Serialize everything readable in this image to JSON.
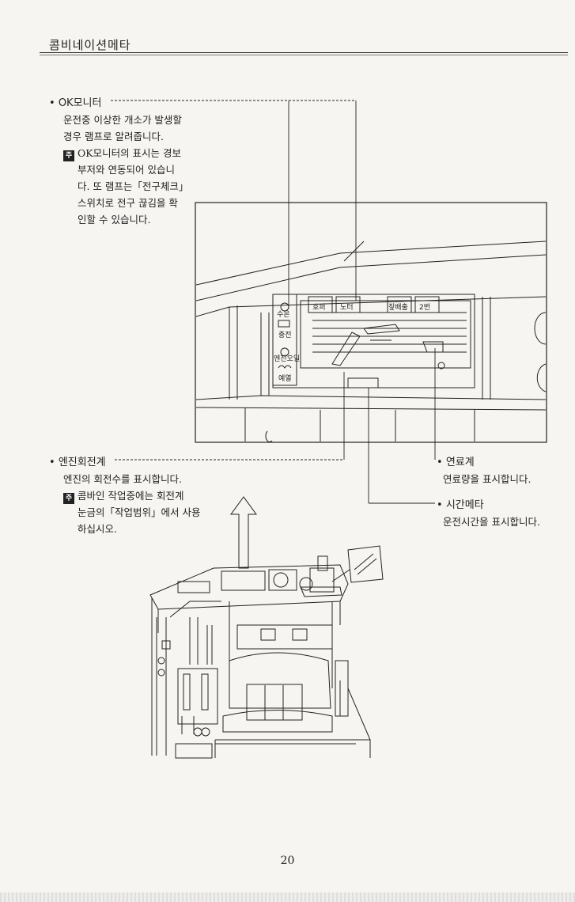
{
  "header": {
    "title": "콤비네이션메타"
  },
  "callouts": {
    "ok_monitor": {
      "title": "OK모니터",
      "lines": [
        "운전중 이상한 개소가 발생할",
        "경우 램프로 알려줍니다."
      ],
      "note_label": "주",
      "note_lines": [
        "OK모니터의 표시는 경보",
        "부저와 연동되어 있습니",
        "다. 또 램프는「전구체크」",
        "스위치로 전구 끊김을 확",
        "인할 수 있습니다."
      ]
    },
    "tachometer": {
      "title": "엔진회전계",
      "lines": [
        "엔진의 회전수를 표시합니다."
      ],
      "note_label": "주",
      "note_lines": [
        "콤바인 작업중에는 회전계",
        "눈금의「작업범위」에서 사용",
        "하십시오."
      ]
    },
    "fuel_gauge": {
      "title": "연료계",
      "lines": [
        "연료량을 표시합니다."
      ]
    },
    "hour_meter": {
      "title": "시간메타",
      "lines": [
        "운전시간을 표시합니다."
      ]
    }
  },
  "diagram": {
    "panel_labels": {
      "water_temp": "수온",
      "charge": "충전",
      "engine_oil": "엔진오일",
      "preheat": "예열",
      "panel_1": "호퍼",
      "panel_2": "노터",
      "panel_3": "짚배출",
      "panel_4": "2번"
    }
  },
  "footer": {
    "page_number": "20"
  }
}
